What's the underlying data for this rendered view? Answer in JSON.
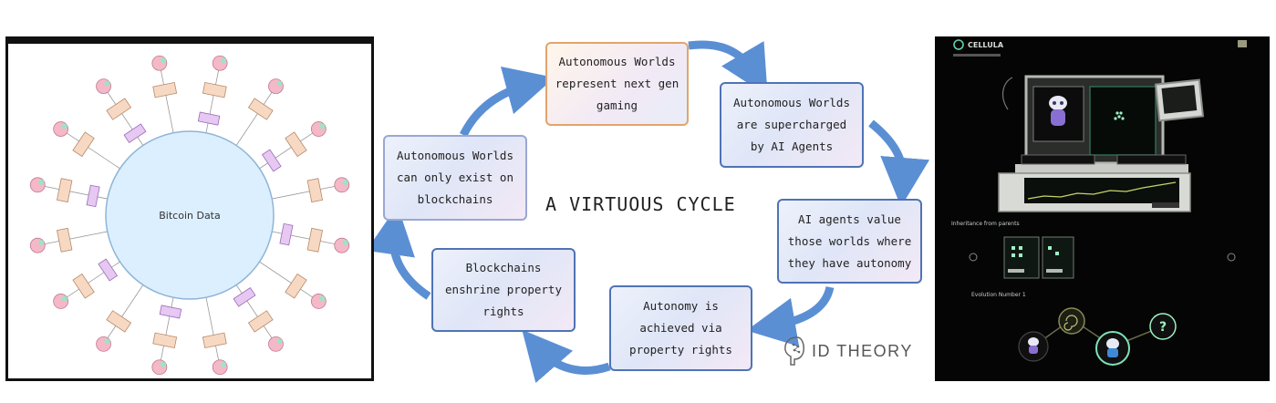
{
  "left_diagram": {
    "center_label": "Bitcoin Data"
  },
  "cycle": {
    "title": "A VIRTUOUS CYCLE",
    "steps": [
      {
        "label": "Autonomous Worlds\nrepresent next gen\ngaming"
      },
      {
        "label": "Autonomous Worlds\nare supercharged\nby AI Agents"
      },
      {
        "label": "AI agents value\nthose worlds where\nthey have autonomy"
      },
      {
        "label": "Autonomy is\nachieved via\nproperty rights"
      },
      {
        "label": "Blockchains\nenshrine property\nrights"
      },
      {
        "label": "Autonomous Worlds\ncan only exist on\nblockchains"
      }
    ],
    "arrow_color": "#5b8fd4"
  },
  "brand": {
    "name": "ID THEORY"
  },
  "game_ui": {
    "logo_text": "CELLULA",
    "section_inheritance": "Inheritance from parents",
    "section_evolution": "Evolution Number 1",
    "unknown_symbol": "?"
  }
}
